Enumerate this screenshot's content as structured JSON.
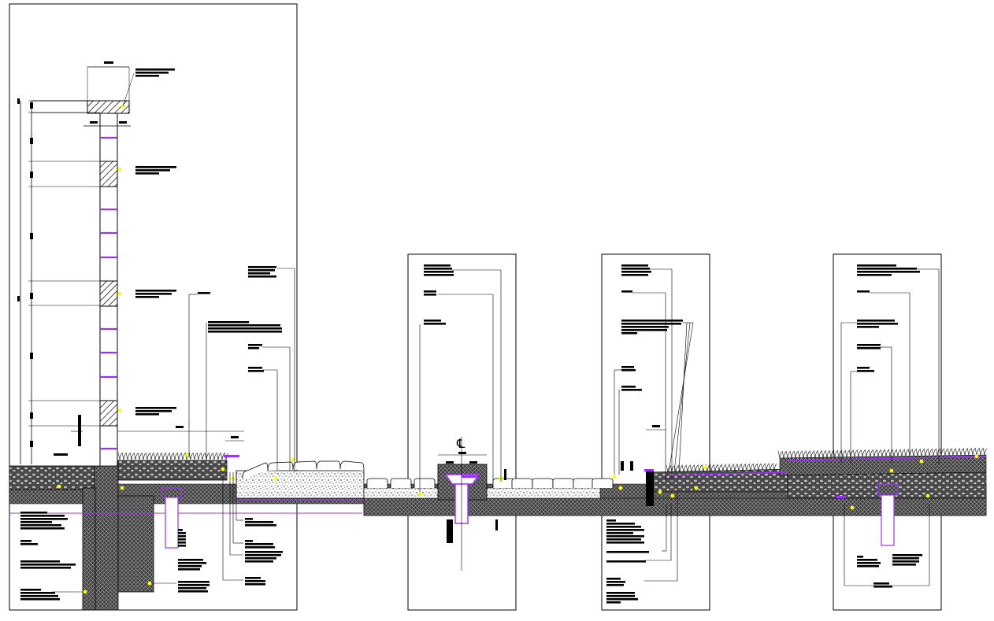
{
  "drawing": {
    "centerline_mark": "℄",
    "colors": {
      "background": "#ffffff",
      "line": "#000000",
      "accent_purple": "#9b30ff",
      "marker_yellow": "#ffff00",
      "hatch_gray": "#6e6e6e",
      "callout_gray": "#555555"
    },
    "panels": [
      {
        "id": "left-wall-section"
      },
      {
        "id": "center-drain-section"
      },
      {
        "id": "edge-kerb-section"
      },
      {
        "id": "right-drain-section"
      }
    ]
  }
}
